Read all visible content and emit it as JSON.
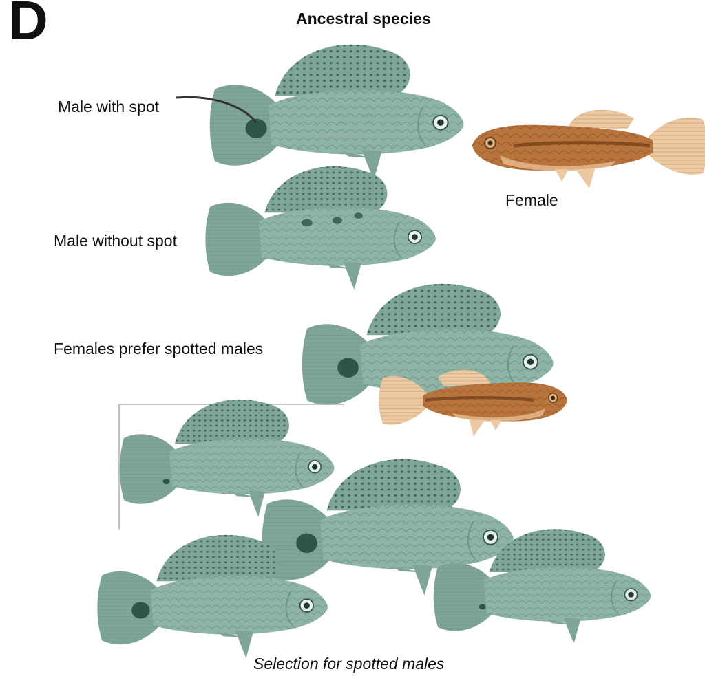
{
  "panel_letter": "D",
  "title": "Ancestral species",
  "labels": {
    "male_with_spot": "Male with spot",
    "female": "Female",
    "male_without_spot": "Male without spot",
    "females_prefer": "Females prefer spotted males",
    "selection": "Selection for spotted males"
  },
  "colors": {
    "male_body": "#8fb3a5",
    "male_fin": "#7fa597",
    "male_dark": "#2f5448",
    "female_body": "#b8743c",
    "female_fin": "#ebc9a3",
    "female_dark": "#6a3a14"
  }
}
